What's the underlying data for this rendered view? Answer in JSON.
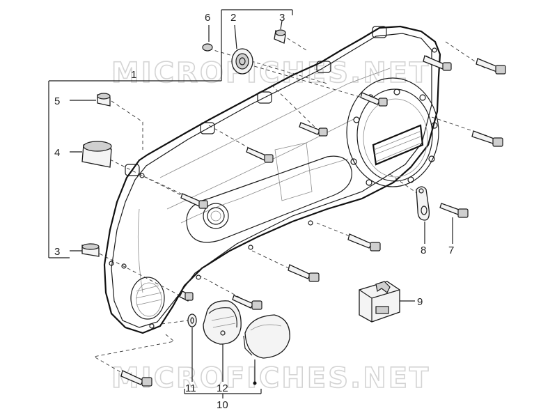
{
  "watermark": "MICROFICHES.NET",
  "callouts": {
    "c1": "1",
    "c2": "2",
    "c3a": "3",
    "c3b": "3",
    "c4": "4",
    "c5": "5",
    "c6": "6",
    "c7": "7",
    "c8": "8",
    "c9": "9",
    "c10": "10",
    "c11": "11",
    "c12": "12"
  }
}
